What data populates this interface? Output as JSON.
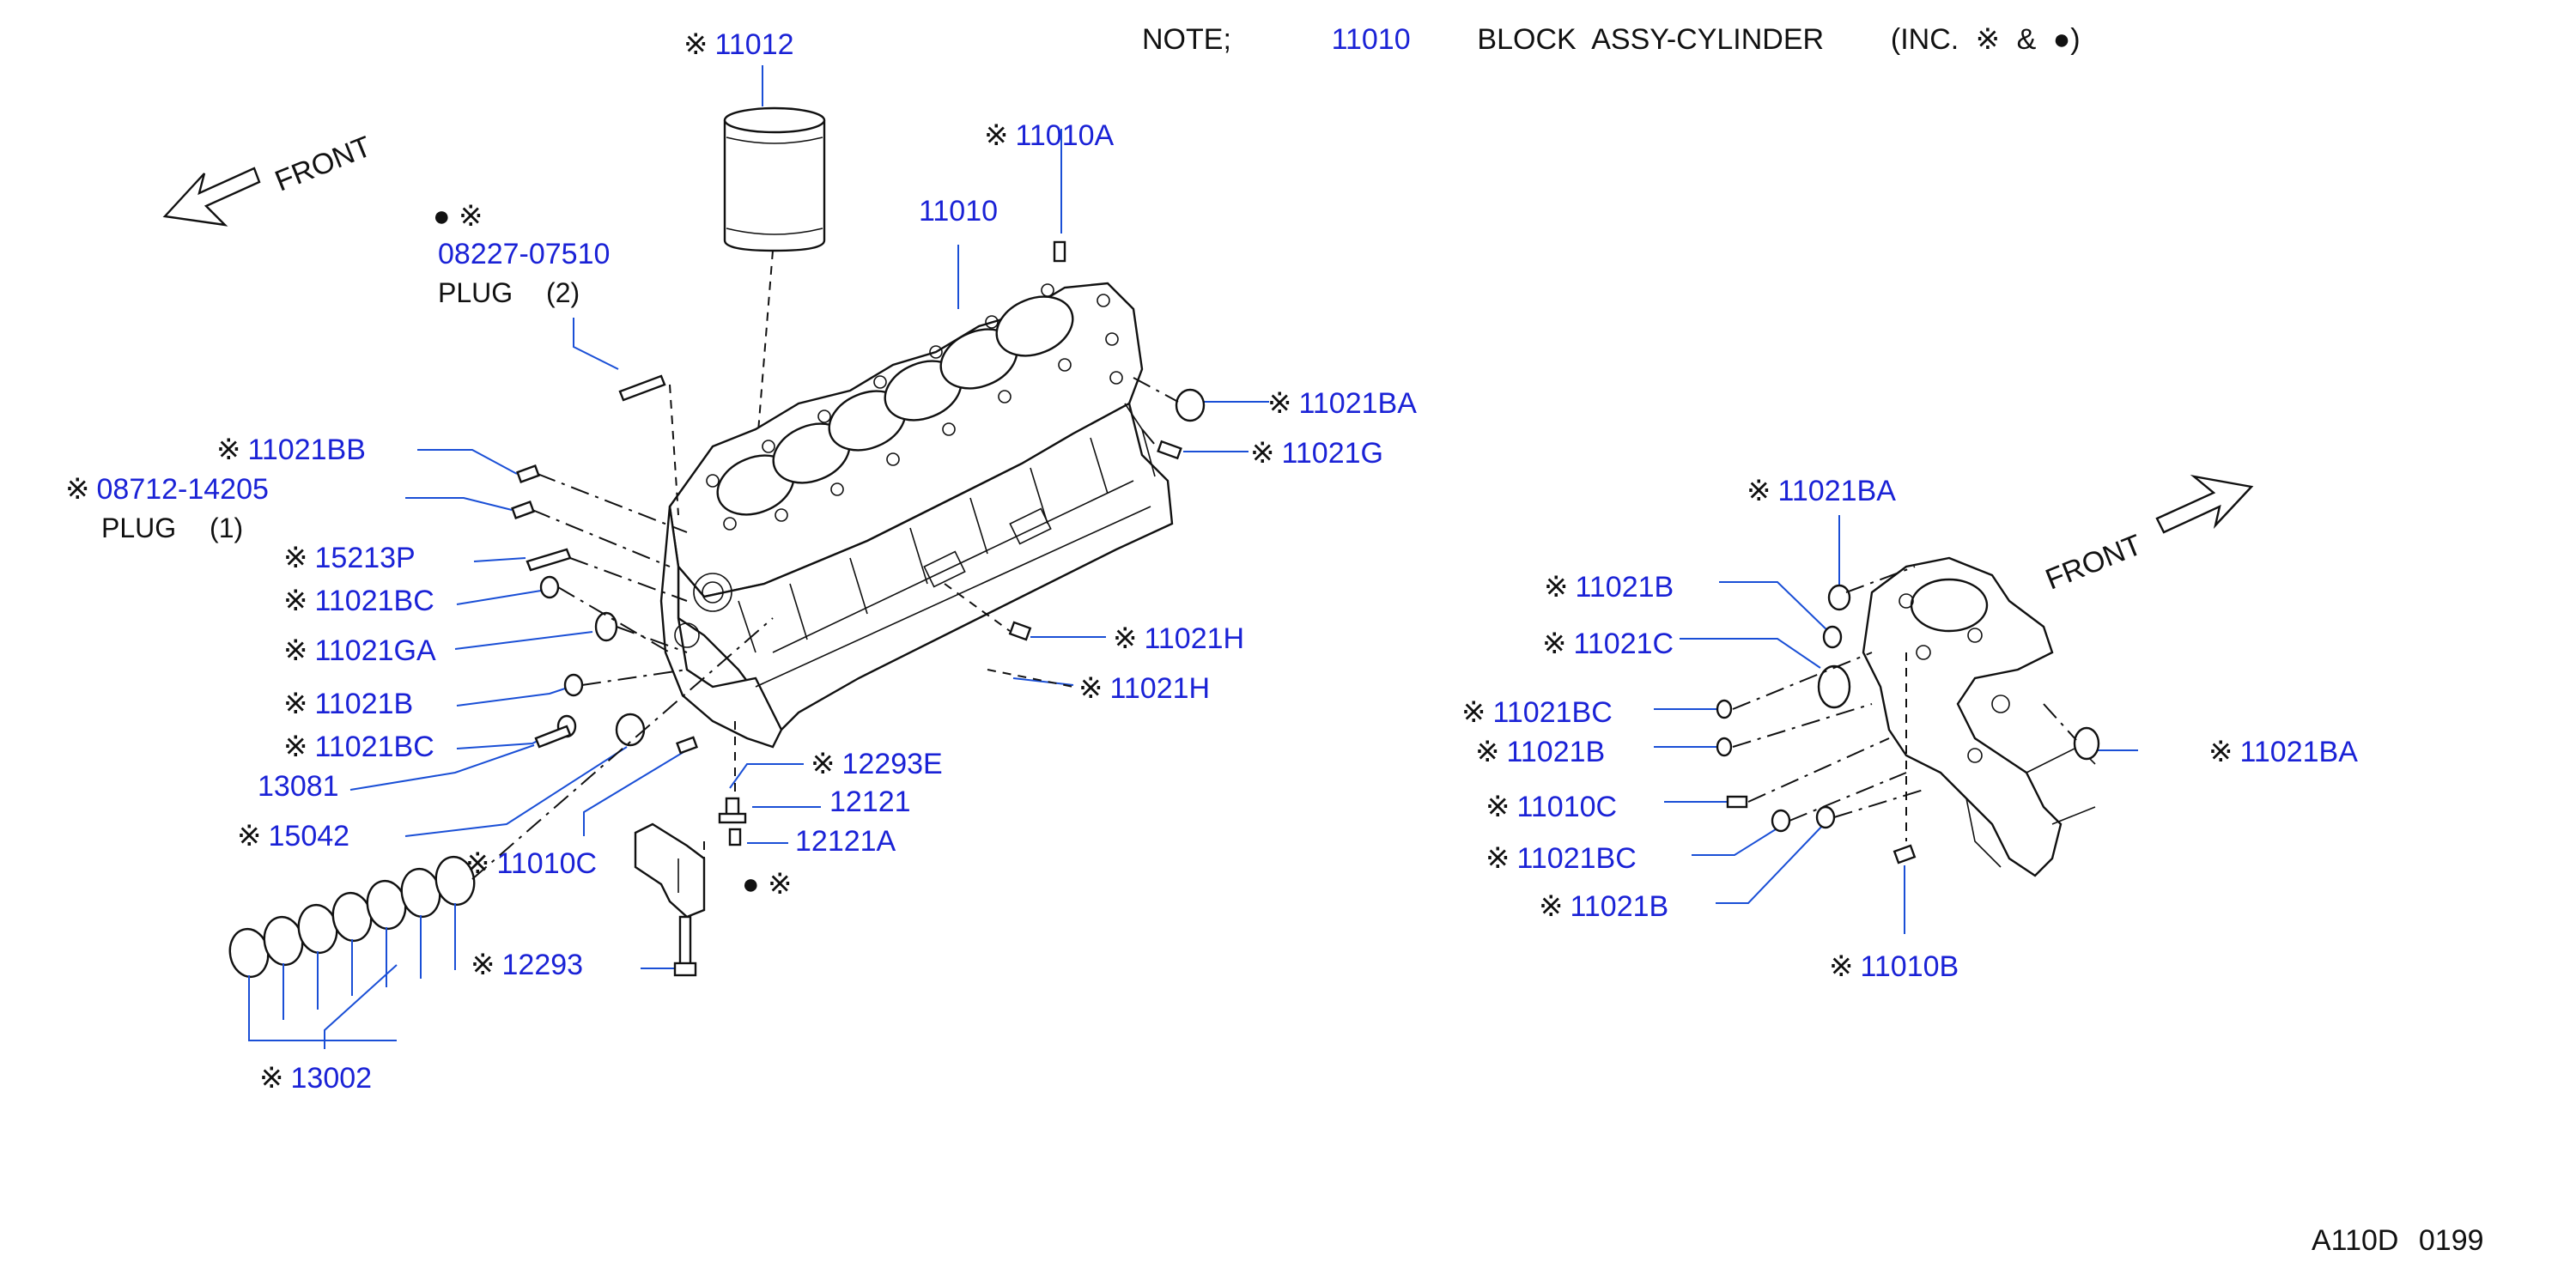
{
  "note": {
    "prefix": "NOTE;",
    "part_number": "11010",
    "description": "BLOCK ASSY-CYLINDER",
    "suffix": "(INC. ※ & ●)"
  },
  "figure_code": "A110D  0199",
  "front_labels": {
    "left": "FRONT",
    "right": "FRONT"
  },
  "colors": {
    "part_number": "#1a22d6",
    "line": "#111111",
    "leader": "#1a4fd6"
  },
  "left_view": {
    "labels": [
      {
        "mark": "※",
        "part": "11012"
      },
      {
        "mark": "※",
        "part": "11010A"
      },
      {
        "mark": "",
        "part": "11010"
      },
      {
        "mark": "● ※",
        "part": "08227-07510",
        "desc": "PLUG (2)"
      },
      {
        "mark": "※",
        "part": "11021BB"
      },
      {
        "mark": "※",
        "part": "08712-14205",
        "desc": "PLUG (1)"
      },
      {
        "mark": "※",
        "part": "15213P"
      },
      {
        "mark": "※",
        "part": "11021BC"
      },
      {
        "mark": "※",
        "part": "11021GA"
      },
      {
        "mark": "※",
        "part": "11021B"
      },
      {
        "mark": "※",
        "part": "11021BC"
      },
      {
        "mark": "",
        "part": "13081"
      },
      {
        "mark": "※",
        "part": "15042"
      },
      {
        "mark": "※",
        "part": "11010C"
      },
      {
        "mark": "※",
        "part": "11021BA"
      },
      {
        "mark": "※",
        "part": "11021G"
      },
      {
        "mark": "※",
        "part": "11021H"
      },
      {
        "mark": "※",
        "part": "11021H"
      },
      {
        "mark": "※",
        "part": "12293E"
      },
      {
        "mark": "",
        "part": "12121"
      },
      {
        "mark": "",
        "part": "12121A"
      },
      {
        "mark": "● ※",
        "part": ""
      },
      {
        "mark": "※",
        "part": "12293"
      },
      {
        "mark": "※",
        "part": "13002"
      }
    ]
  },
  "right_view": {
    "labels": [
      {
        "mark": "※",
        "part": "11021BA"
      },
      {
        "mark": "※",
        "part": "11021B"
      },
      {
        "mark": "※",
        "part": "11021C"
      },
      {
        "mark": "※",
        "part": "11021BC"
      },
      {
        "mark": "※",
        "part": "11021B"
      },
      {
        "mark": "※",
        "part": "11010C"
      },
      {
        "mark": "※",
        "part": "11021BC"
      },
      {
        "mark": "※",
        "part": "11021B"
      },
      {
        "mark": "※",
        "part": "11010B"
      },
      {
        "mark": "※",
        "part": "11021BA"
      }
    ]
  }
}
